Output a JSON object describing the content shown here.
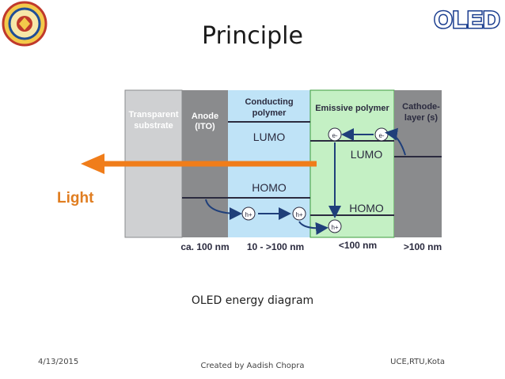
{
  "slide": {
    "title": "Principle",
    "logo_text": "OLED",
    "caption": "OLED energy diagram",
    "footer_date": "4/13/2015",
    "footer_author": "Created by Aadish Chopra",
    "footer_org": "UCE,RTU,Kota"
  },
  "diagram": {
    "layers": [
      {
        "line1": "Transparent",
        "line2": "substrate"
      },
      {
        "line1": "Anode",
        "line2": "(ITO)"
      },
      {
        "line1": "Conducting",
        "line2": "polymer"
      },
      {
        "line1": "Emissive polymer",
        "line2": ""
      },
      {
        "line1": "Cathode-",
        "line2": "layer (s)"
      }
    ],
    "lumo_label": "LUMO",
    "homo_label": "HOMO",
    "light_label": "Light",
    "electron_label": "e-",
    "hole_label": "h+",
    "thickness_labels": [
      "ca. 100 nm",
      "10 - >100 nm",
      "<100 nm",
      ">100 nm"
    ],
    "colors": {
      "substrate": "#cfd0d2",
      "dark_gray": "#8a8b8d",
      "conducting": "#bfe3f7",
      "emissive": "#c4f0c4",
      "arrow": "#f07d1a",
      "text_dark": "#2b2b3f",
      "light_text": "#e07d20"
    }
  }
}
